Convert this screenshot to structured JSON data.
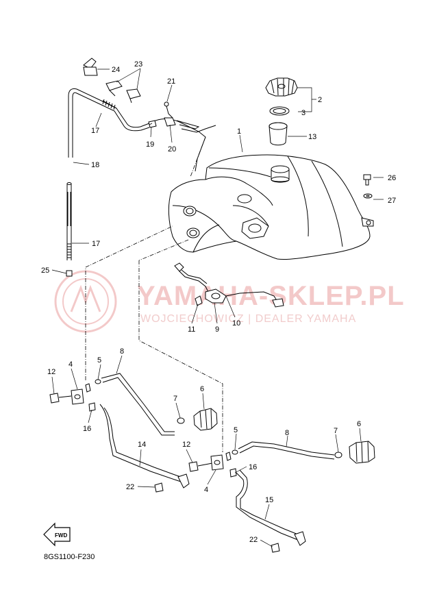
{
  "watermark": {
    "main_text": "YAMAHA-SKLEP.PL",
    "sub_text": "WOJCIECHOWICZ | DEALER YAMAHA",
    "color": "#f3c9c9"
  },
  "diagram_code": "8GS1100-F230",
  "fwd_label": "FWD",
  "callouts": {
    "c1": "1",
    "c2": "2",
    "c3": "3",
    "c13": "13",
    "c26": "26",
    "c27": "27",
    "c24": "24",
    "c23": "23",
    "c21": "21",
    "c17a": "17",
    "c19": "19",
    "c20": "20",
    "c18": "18",
    "c17b": "17",
    "c25": "25",
    "c11": "11",
    "c9": "9",
    "c10": "10",
    "c12a": "12",
    "c4a": "4",
    "c5a": "5",
    "c8a": "8",
    "c7a": "7",
    "c6a": "6",
    "c16a": "16",
    "c14": "14",
    "c22a": "22",
    "c5b": "5",
    "c8b": "8",
    "c7b": "7",
    "c6b": "6",
    "c12b": "12",
    "c16b": "16",
    "c4b": "4",
    "c15": "15",
    "c22b": "22"
  }
}
